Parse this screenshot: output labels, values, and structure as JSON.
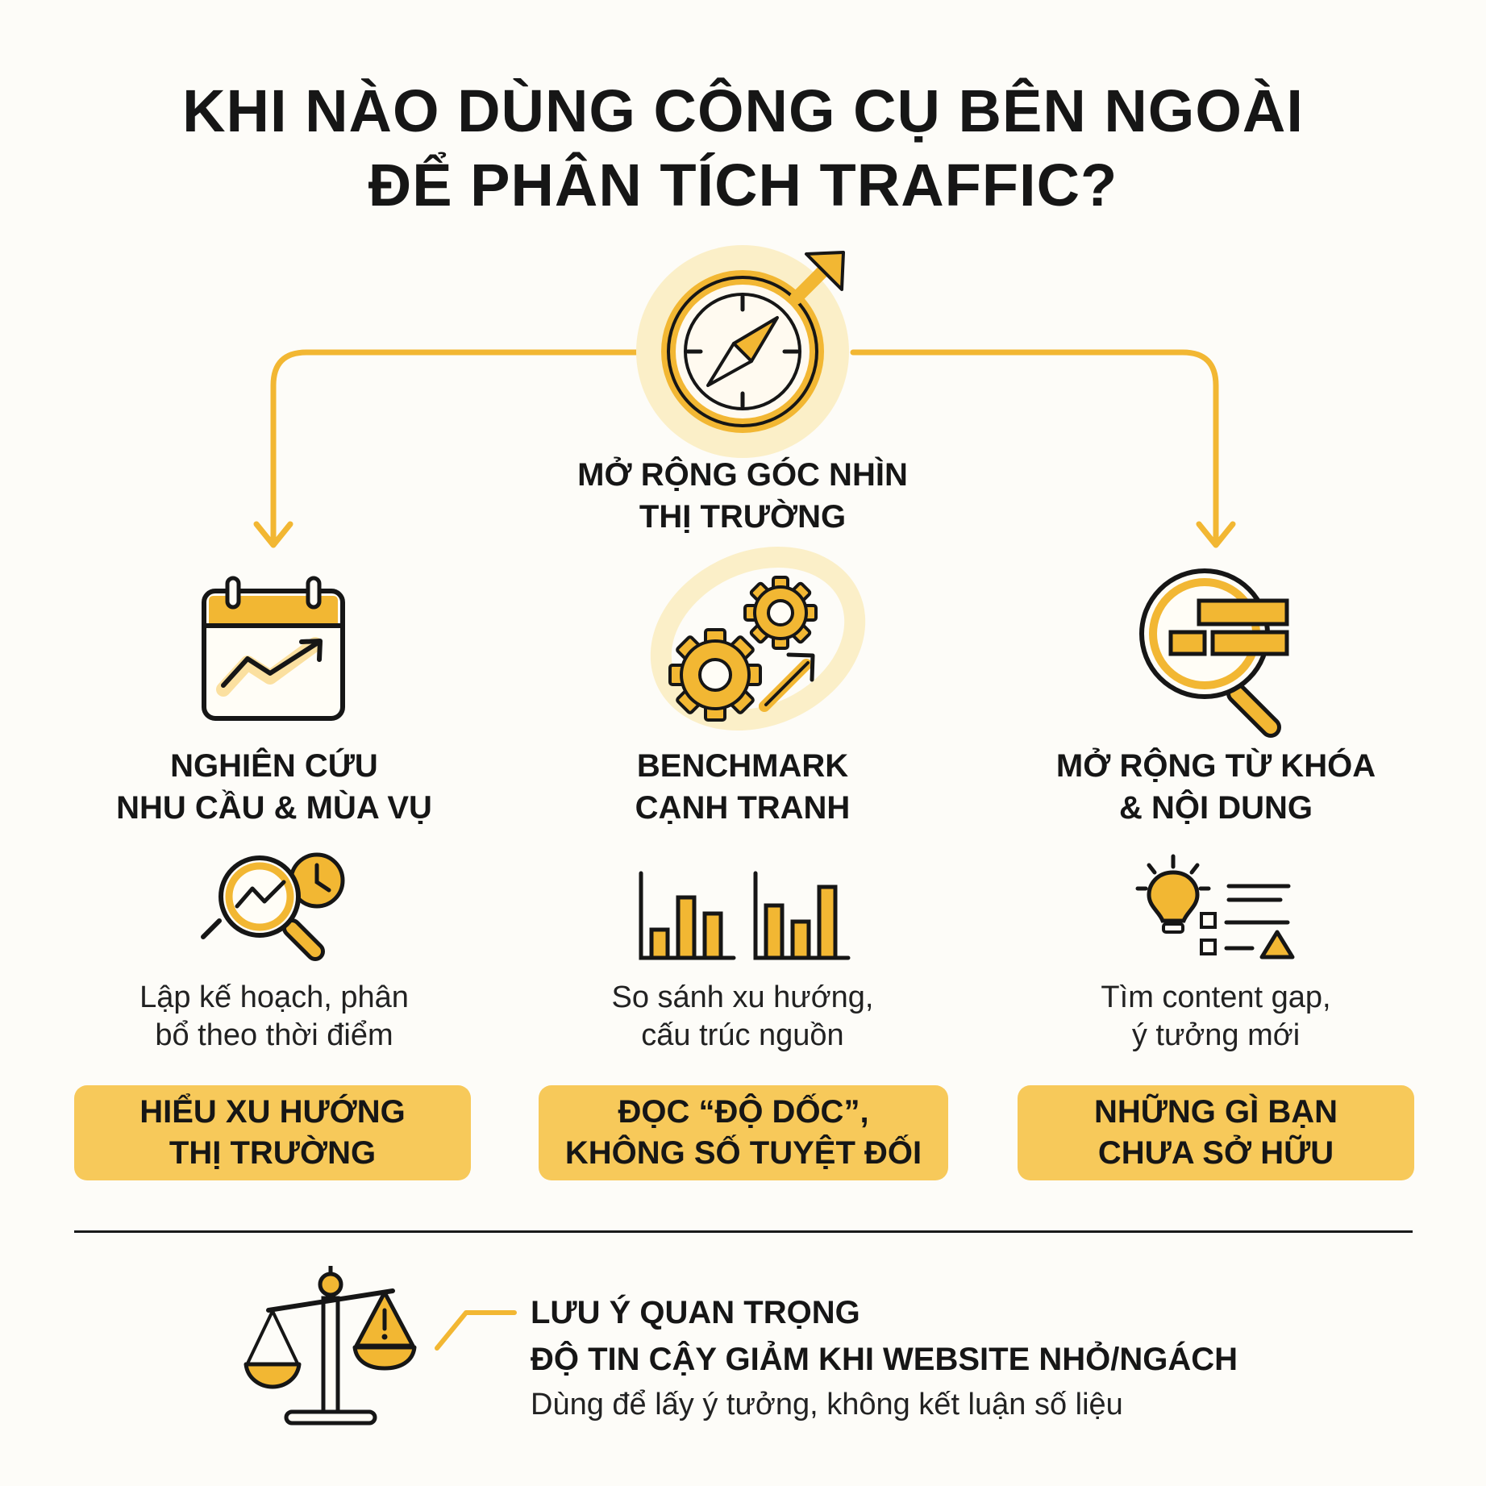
{
  "title": {
    "line1": "KHI NÀO DÙNG CÔNG CỤ BÊN NGOÀI",
    "line2": "ĐỂ PHÂN TÍCH TRAFFIC?"
  },
  "center": {
    "icon": "compass-arrow-icon",
    "label_line1": "MỞ RỘNG GÓC NHÌN",
    "label_line2": "THỊ TRƯỜNG"
  },
  "columns": [
    {
      "icon": "calendar-trend-icon",
      "title_line1": "NGHIÊN CỨU",
      "title_line2": "NHU CẦU & MÙA VỤ",
      "sub_icon": "magnifier-clock-icon",
      "desc_line1": "Lập kế hoạch, phân",
      "desc_line2": "bổ theo thời điểm",
      "pill_line1": "HIỂU XU HƯỚNG",
      "pill_line2": "THỊ TRƯỜNG"
    },
    {
      "icon": "gears-arrow-icon",
      "title_line1": "BENCHMARK",
      "title_line2": "CẠNH TRANH",
      "sub_icon": "bar-charts-icon",
      "desc_line1": "So sánh xu hướng,",
      "desc_line2": "cấu trúc nguồn",
      "pill_line1": "ĐỌC “ĐỘ DỐC”,",
      "pill_line2": "KHÔNG SỐ TUYỆT ĐỐI"
    },
    {
      "icon": "magnifier-blocks-icon",
      "title_line1": "MỞ RỘNG TỪ KHÓA",
      "title_line2": "& NỘI DUNG",
      "sub_icon": "lightbulb-list-icon",
      "desc_line1": "Tìm content gap,",
      "desc_line2": "ý tưởng mới",
      "pill_line1": "NHỮNG GÌ BẠN",
      "pill_line2": "CHƯA SỞ HỮU"
    }
  ],
  "note": {
    "icon": "scale-warning-icon",
    "title": "LƯU Ý QUAN TRỌNG",
    "subtitle": "ĐỘ TIN CẬY GIẢM KHI WEBSITE NHỎ/NGÁCH",
    "body": "Dùng để lấy ý tưởng, không kết luận số liệu"
  },
  "colors": {
    "accent": "#f2b733",
    "accent_light": "#f7c95a",
    "halo": "#fbefc8",
    "ink": "#161616",
    "background": "#fdfcf8"
  }
}
